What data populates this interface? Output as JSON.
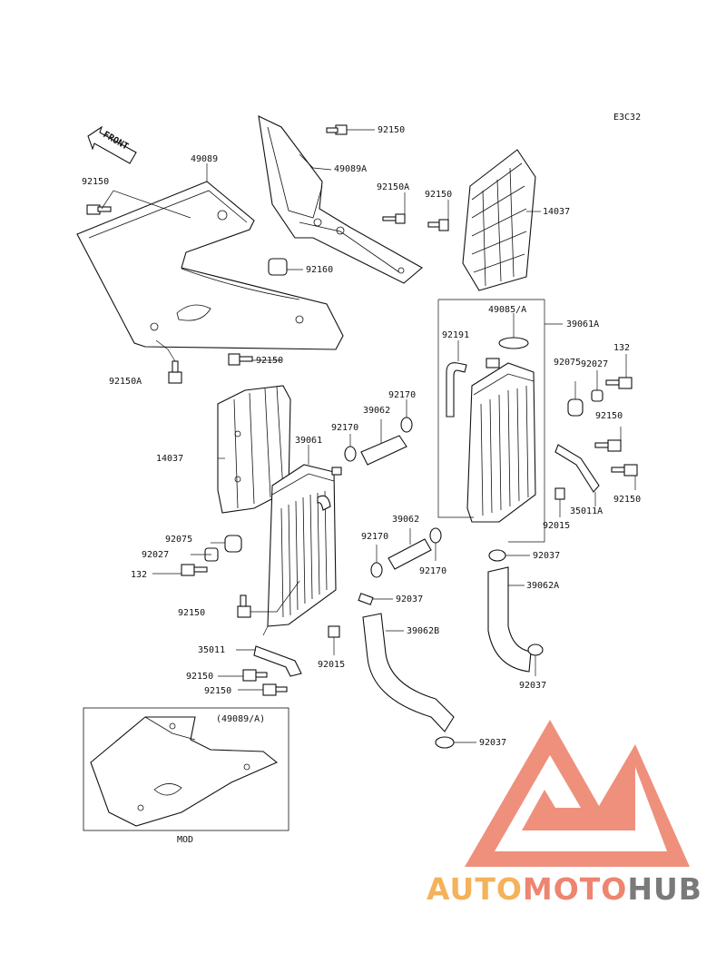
{
  "diagram": {
    "code": "E3C32",
    "front_label": "FRONT",
    "inset_title": "(49089/A)",
    "inset_caption": "MOD"
  },
  "labels": [
    {
      "id": "l-92150-a",
      "text": "92150"
    },
    {
      "id": "l-49089",
      "text": "49089"
    },
    {
      "id": "l-49089a",
      "text": "49089A"
    },
    {
      "id": "l-92150a-1",
      "text": "92150A"
    },
    {
      "id": "l-92150-b",
      "text": "92150"
    },
    {
      "id": "l-14037-r",
      "text": "14037"
    },
    {
      "id": "l-92150-c",
      "text": "92150"
    },
    {
      "id": "l-92160",
      "text": "92160"
    },
    {
      "id": "l-92150-d",
      "text": "92150"
    },
    {
      "id": "l-92150a-2",
      "text": "92150A"
    },
    {
      "id": "l-49085a",
      "text": "49085/A"
    },
    {
      "id": "l-39061a",
      "text": "39061A"
    },
    {
      "id": "l-92191",
      "text": "92191"
    },
    {
      "id": "l-132-r",
      "text": "132"
    },
    {
      "id": "l-92075-r",
      "text": "92075"
    },
    {
      "id": "l-92027-r",
      "text": "92027"
    },
    {
      "id": "l-92170-a",
      "text": "92170"
    },
    {
      "id": "l-39062-a",
      "text": "39062"
    },
    {
      "id": "l-92150-e",
      "text": "92150"
    },
    {
      "id": "l-92170-b",
      "text": "92170"
    },
    {
      "id": "l-14037-l",
      "text": "14037"
    },
    {
      "id": "l-39061",
      "text": "39061"
    },
    {
      "id": "l-92150-f",
      "text": "92150"
    },
    {
      "id": "l-35011a",
      "text": "35011A"
    },
    {
      "id": "l-92015-r",
      "text": "92015"
    },
    {
      "id": "l-39062-b",
      "text": "39062"
    },
    {
      "id": "l-92075-l",
      "text": "92075"
    },
    {
      "id": "l-92170-c",
      "text": "92170"
    },
    {
      "id": "l-92027-l",
      "text": "92027"
    },
    {
      "id": "l-92037-a",
      "text": "92037"
    },
    {
      "id": "l-92170-d",
      "text": "92170"
    },
    {
      "id": "l-132-l",
      "text": "132"
    },
    {
      "id": "l-39062a",
      "text": "39062A"
    },
    {
      "id": "l-92150-g",
      "text": "92150"
    },
    {
      "id": "l-92037-b",
      "text": "92037"
    },
    {
      "id": "l-39062b",
      "text": "39062B"
    },
    {
      "id": "l-35011",
      "text": "35011"
    },
    {
      "id": "l-92015-l",
      "text": "92015"
    },
    {
      "id": "l-92150-h",
      "text": "92150"
    },
    {
      "id": "l-92037-c",
      "text": "92037"
    },
    {
      "id": "l-92150-i",
      "text": "92150"
    },
    {
      "id": "l-92037-d",
      "text": "92037"
    }
  ],
  "watermark": {
    "part1": "AUTO",
    "part2": "MOTO",
    "part3": "HUB",
    "colors": {
      "red": "#ee8570",
      "orange": "#f4b25a",
      "gray": "#7a7a7a"
    }
  }
}
